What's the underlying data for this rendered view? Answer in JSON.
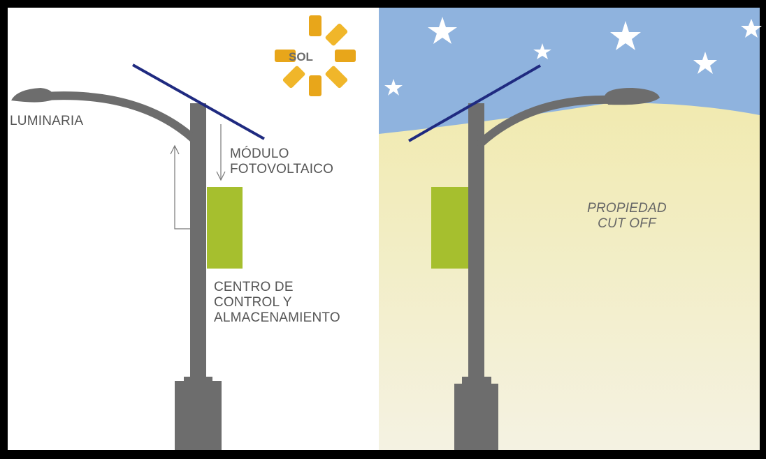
{
  "labels": {
    "sun": "SOL",
    "luminaire": "LUMINARIA",
    "pv_module": [
      "MÓDULO",
      "FOTOVOLTAICO"
    ],
    "control_center": [
      "CENTRO DE",
      "CONTROL Y",
      "ALMACENAMIENTO"
    ],
    "cutoff": [
      "PROPIEDAD",
      "CUT OFF"
    ]
  },
  "panels": [
    {
      "name": "day",
      "background": "#ffffff"
    },
    {
      "name": "night",
      "sky": "#8fb3de",
      "light": "#f3eeb4"
    }
  ],
  "colors": {
    "pole": "#6d6d6d",
    "solar_panel": "#1f2a80",
    "battery_box": "#a6bf2e",
    "sun": "#e8a61a",
    "star": "#ffffff",
    "border": "#000000"
  }
}
